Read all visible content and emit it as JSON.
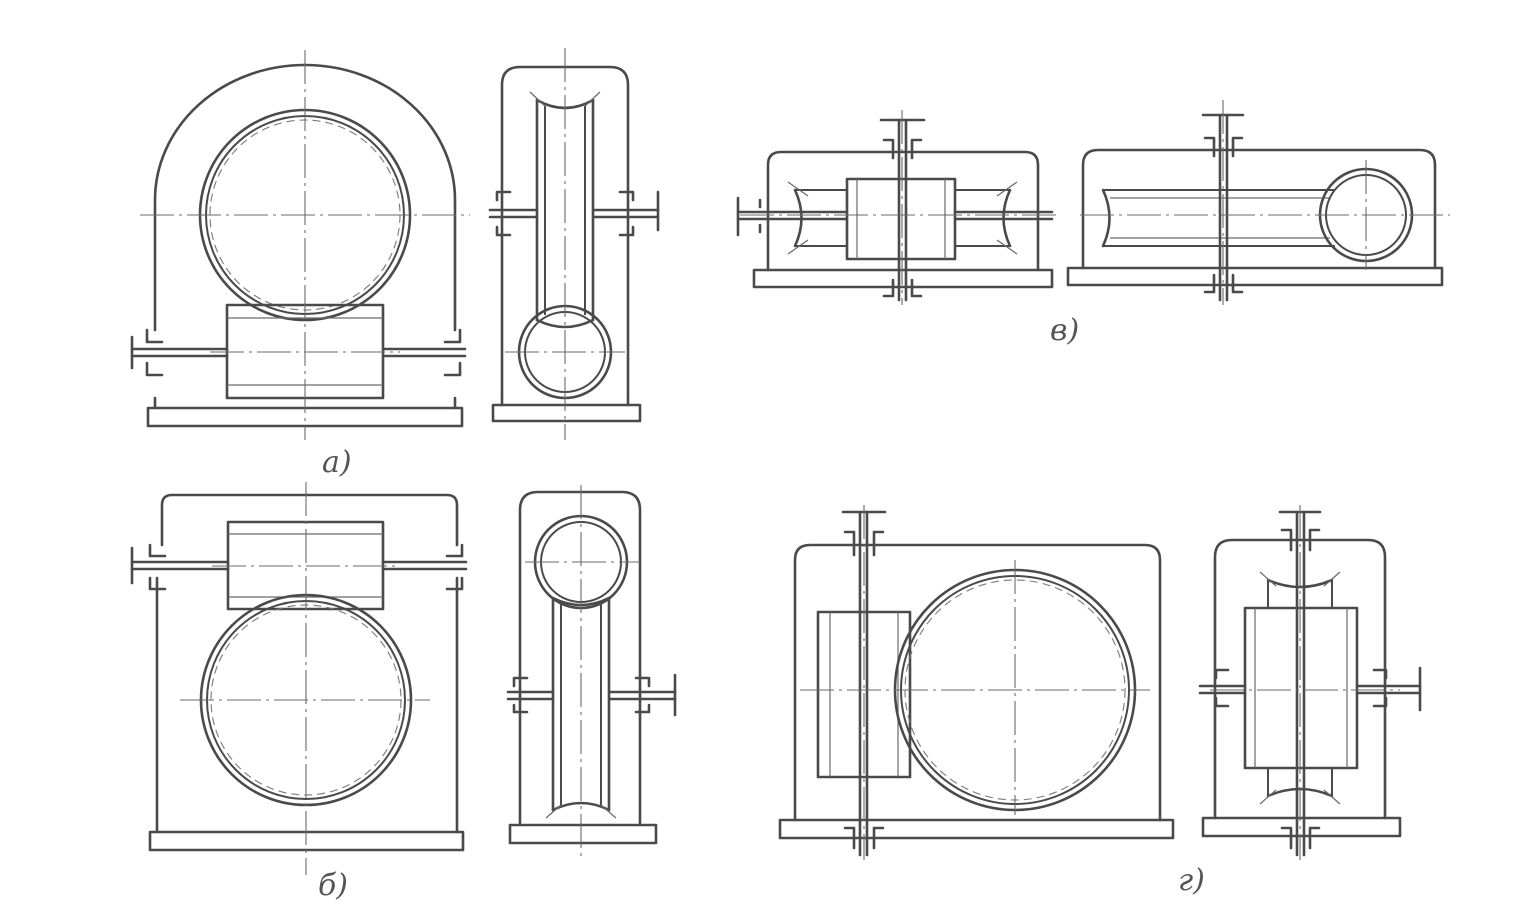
{
  "labels": {
    "a": "а)",
    "b": "б)",
    "v": "в)",
    "g": "г)"
  },
  "line_color": "#4a4a4a"
}
